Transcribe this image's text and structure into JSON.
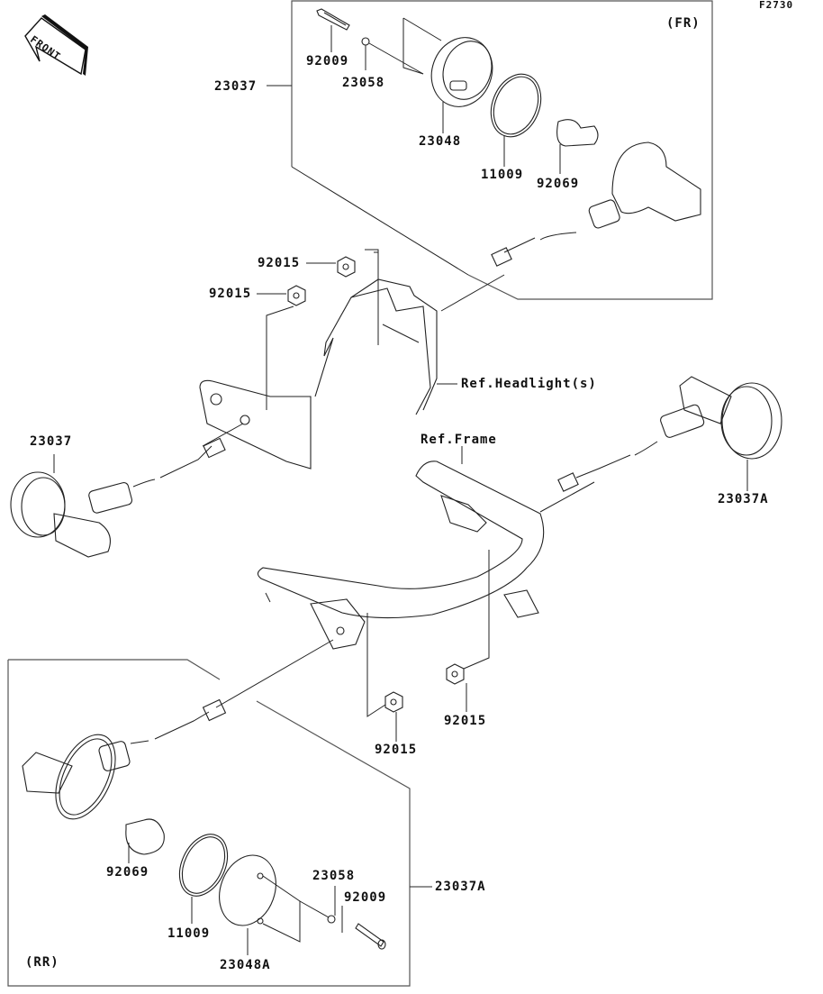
{
  "figure_id": "F2730",
  "front_indicator": "FRONT",
  "groups": {
    "front": "(FR)",
    "rear": "(RR)"
  },
  "references": {
    "headlight": "Ref.Headlight(s)",
    "frame": "Ref.Frame"
  },
  "labels": {
    "fr_assembly": "23037",
    "fr_bolt": "92009",
    "fr_washer": "23058",
    "fr_lens": "23048",
    "fr_gasket": "11009",
    "fr_bulb": "92069",
    "nut_upper_1": "92015",
    "nut_upper_2": "92015",
    "left_signal": "23037",
    "right_signal": "23037A",
    "nut_lower_1": "92015",
    "nut_lower_2": "92015",
    "rr_bulb": "92069",
    "rr_gasket": "11009",
    "rr_lens": "23048A",
    "rr_washer": "23058",
    "rr_bolt": "92009",
    "rr_assembly": "23037A"
  }
}
